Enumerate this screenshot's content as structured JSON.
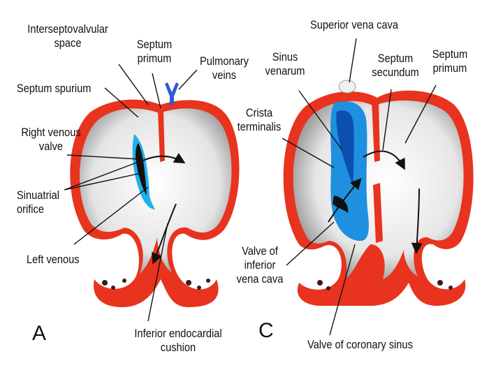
{
  "figure": {
    "panel_a": {
      "letter": "A",
      "labels": {
        "interseptovalvular_line1": "Interseptovalvular",
        "interseptovalvular_line2": "space",
        "septum_primum_line1": "Septum",
        "septum_primum_line2": "primum",
        "pulmonary_veins_line1": "Pulmonary",
        "pulmonary_veins_line2": "veins",
        "septum_spurium": "Septum spurium",
        "right_venous_valve_line1": "Right venous",
        "right_venous_valve_line2": "valve",
        "sinuatrial_orifice_line1": "Sinuatrial",
        "sinuatrial_orifice_line2": "orifice",
        "left_venous": "Left venous",
        "inferior_endocardial_line1": "Inferior endocardial",
        "inferior_endocardial_line2": "cushion"
      }
    },
    "panel_c": {
      "letter": "C",
      "labels": {
        "superior_vena_cava": "Superior vena cava",
        "sinus_venarum_line1": "Sinus",
        "sinus_venarum_line2": "venarum",
        "septum_secundum_line1": "Septum",
        "septum_secundum_line2": "secundum",
        "septum_primum_line1": "Septum",
        "septum_primum_line2": "primum",
        "crista_terminalis_line1": "Crista",
        "crista_terminalis_line2": "terminalis",
        "valve_ivc_line1": "Valve of",
        "valve_ivc_line2": "inferior",
        "valve_ivc_line3": "vena cava",
        "valve_coronary_sinus": "Valve of coronary sinus"
      }
    },
    "colors": {
      "wall_red": "#e8331f",
      "sinus_blue": "#1f8fe0",
      "vein_blue": "#2f5bd6",
      "chamber_grey": "#bdbdbd",
      "line": "#111111"
    }
  }
}
